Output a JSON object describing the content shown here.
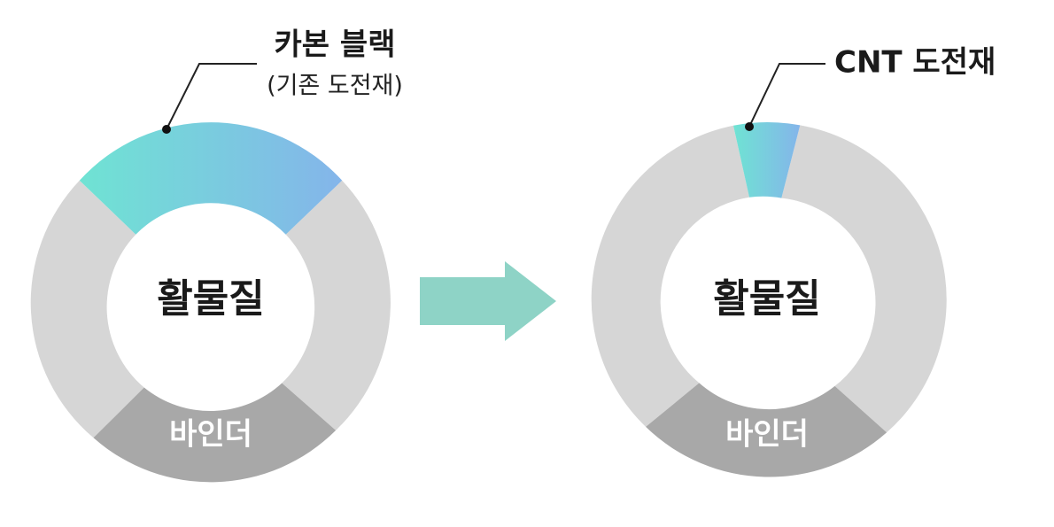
{
  "left_diagram": {
    "center_label": "활물질",
    "binder_label": "바인더",
    "conductor_title": "카본 블랙",
    "conductor_subtitle": "(기존 도전재)"
  },
  "right_diagram": {
    "center_label": "활물질",
    "binder_label": "바인더",
    "conductor_title": "CNT 도전재"
  },
  "colors": {
    "ring_gray": "#d6d6d6",
    "binder_gray": "#a8a8a8",
    "gradient_start": "#6fe3d3",
    "gradient_end": "#84b5ea",
    "arrow": "#8ed3c6",
    "text": "#1a1a1a"
  }
}
